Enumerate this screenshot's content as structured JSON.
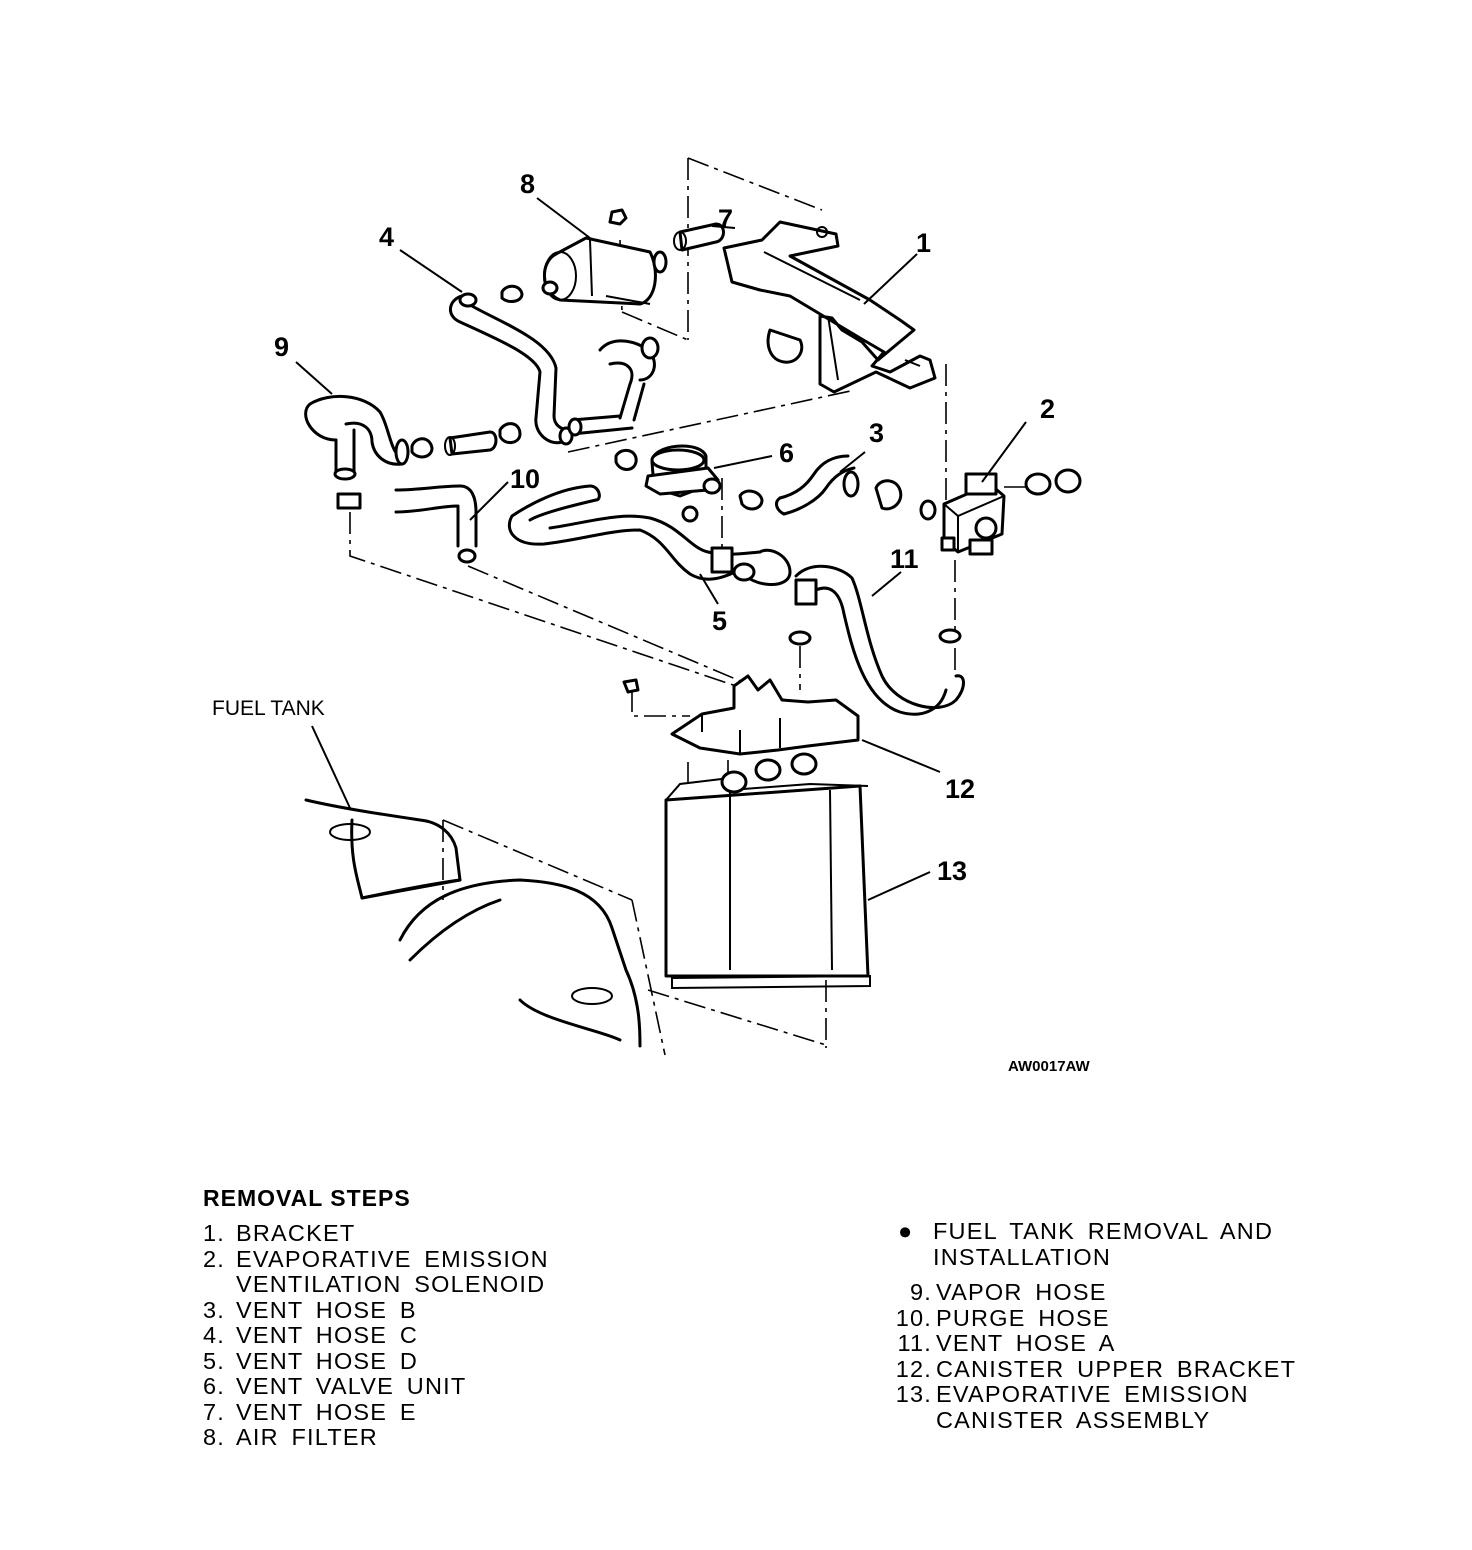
{
  "diagram": {
    "callouts": {
      "c1": "1",
      "c2": "2",
      "c3": "3",
      "c4": "4",
      "c5": "5",
      "c6": "6",
      "c7": "7",
      "c8": "8",
      "c9": "9",
      "c10": "10",
      "c11": "11",
      "c12": "12",
      "c13": "13"
    },
    "fuel_tank_label": "FUEL TANK",
    "figure_code": "AW0017AW"
  },
  "removal_steps": {
    "title": "REMOVAL STEPS",
    "items": [
      {
        "num": "1.",
        "lines": [
          "BRACKET"
        ]
      },
      {
        "num": "2.",
        "lines": [
          "EVAPORATIVE EMISSION",
          "VENTILATION SOLENOID"
        ]
      },
      {
        "num": "3.",
        "lines": [
          "VENT HOSE B"
        ]
      },
      {
        "num": "4.",
        "lines": [
          "VENT HOSE C"
        ]
      },
      {
        "num": "5.",
        "lines": [
          "VENT HOSE D"
        ]
      },
      {
        "num": "6.",
        "lines": [
          "VENT VALVE UNIT"
        ]
      },
      {
        "num": "7.",
        "lines": [
          "VENT HOSE E"
        ]
      },
      {
        "num": "8.",
        "lines": [
          "AIR FILTER"
        ]
      }
    ],
    "note": {
      "bullet": "●",
      "lines": [
        "FUEL TANK REMOVAL AND",
        "INSTALLATION"
      ]
    },
    "items_right": [
      {
        "num": "9.",
        "lines": [
          "VAPOR HOSE"
        ]
      },
      {
        "num": "10.",
        "lines": [
          "PURGE HOSE"
        ]
      },
      {
        "num": "11.",
        "lines": [
          "VENT HOSE A"
        ]
      },
      {
        "num": "12.",
        "lines": [
          "CANISTER UPPER BRACKET"
        ]
      },
      {
        "num": "13.",
        "lines": [
          "EVAPORATIVE EMISSION",
          "CANISTER ASSEMBLY"
        ]
      }
    ]
  }
}
